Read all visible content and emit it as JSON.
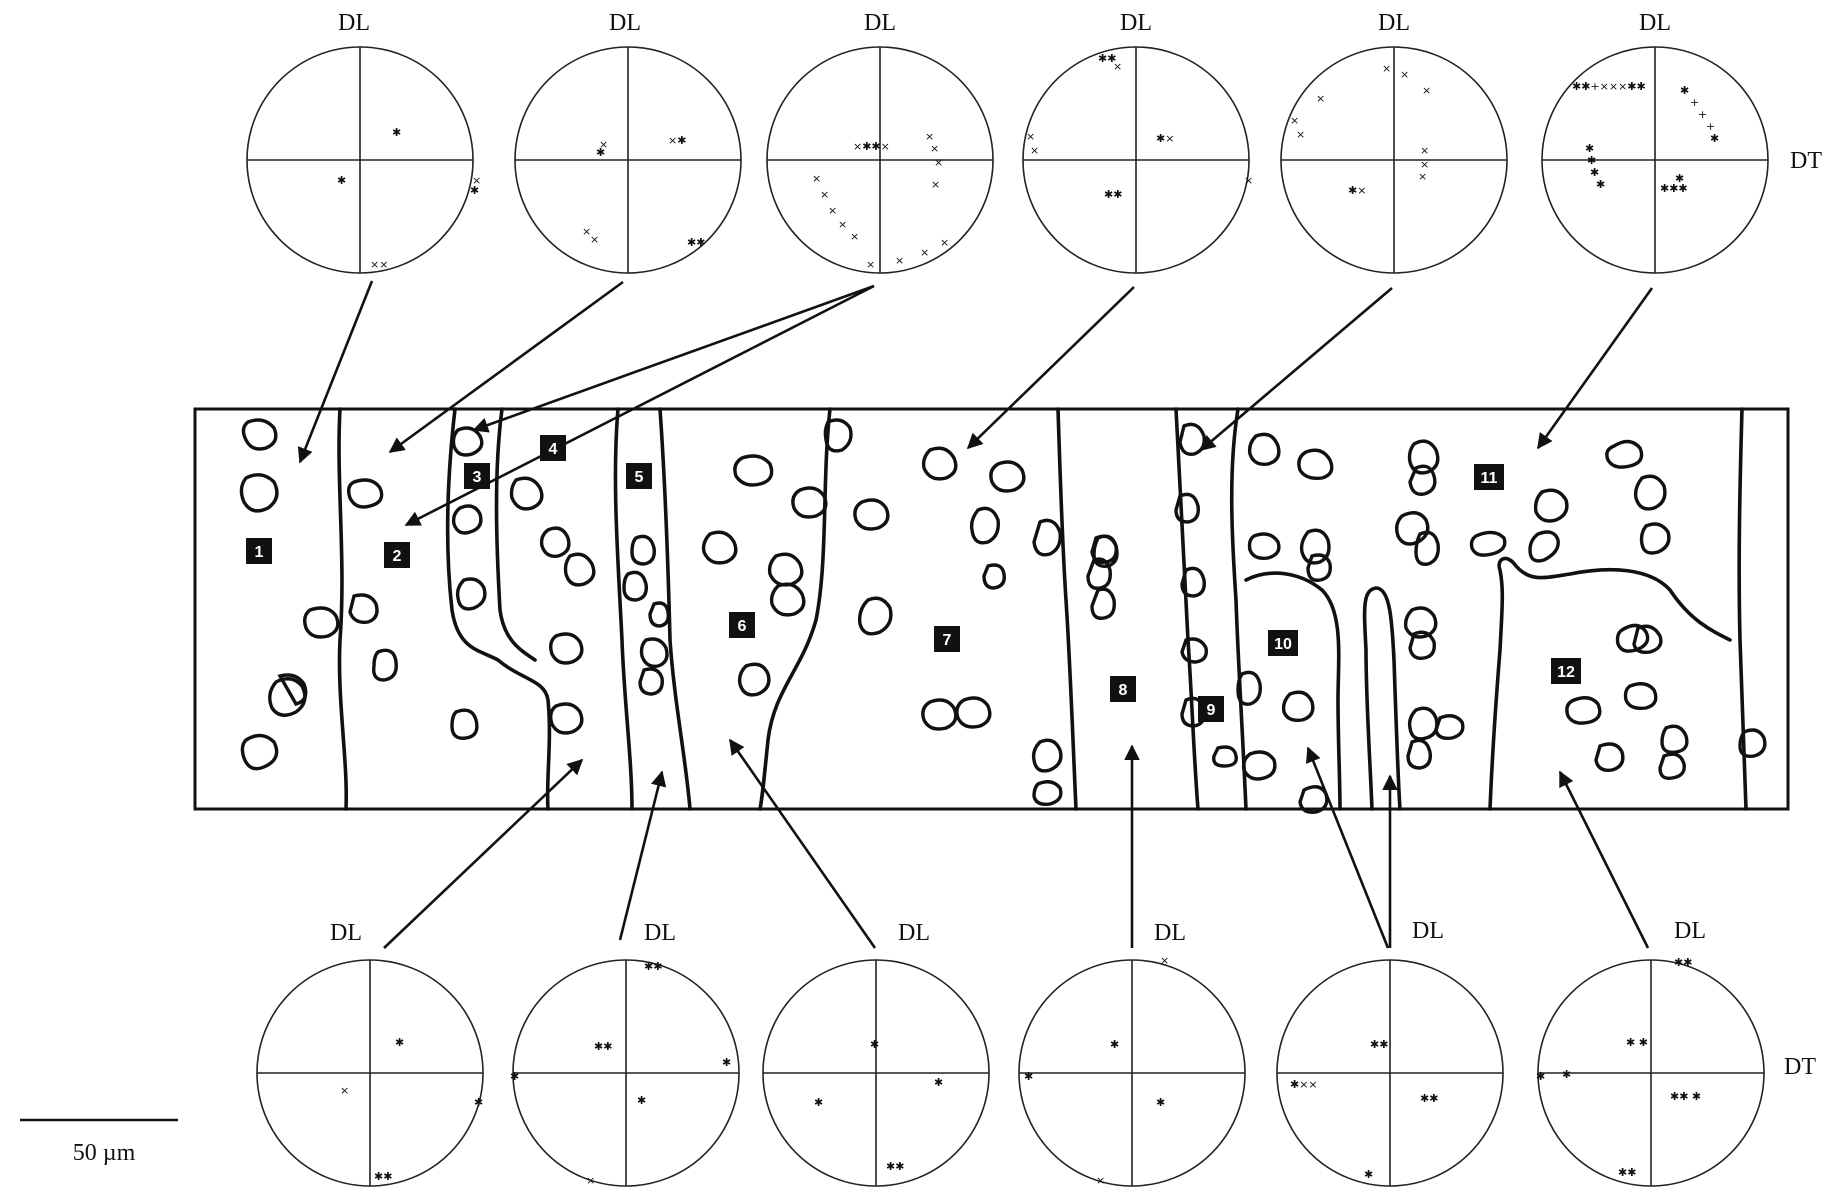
{
  "pole_figure_axis_top": "DL",
  "pole_figure_axis_right": "DT",
  "grain_labels": [
    "1",
    "2",
    "3",
    "4",
    "5",
    "6",
    "7",
    "8",
    "9",
    "10",
    "11",
    "12"
  ],
  "scale_bar_label": "50 µm"
}
